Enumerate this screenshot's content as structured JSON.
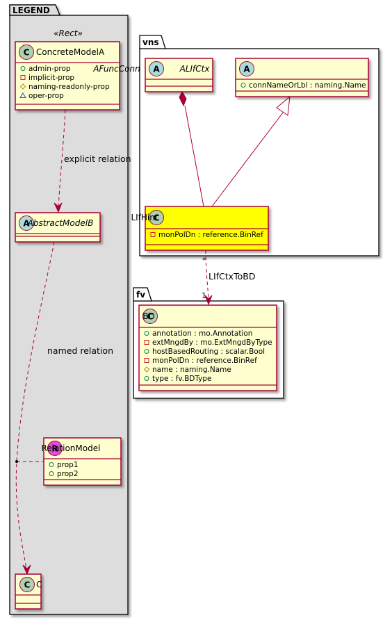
{
  "colors": {
    "class_fill": "#FEFECE",
    "class_border": "#A80036",
    "highlight_fill": "#FFFF00",
    "legend_bg": "#DDDDDD",
    "badge_concrete": "#ADD1B2",
    "badge_abstract": "#A9DCDF",
    "badge_relation": "#E04FD9"
  },
  "packages": {
    "legend": {
      "tab": "LEGEND",
      "stereotype": "«Rect»"
    },
    "vns": {
      "tab": "vns"
    },
    "fv": {
      "tab": "fv"
    }
  },
  "classes": {
    "concrete_model_a": {
      "badge": "C",
      "name": "ConcreteModelA",
      "attrs": [
        {
          "vis": "public",
          "text": "admin-prop"
        },
        {
          "vis": "private",
          "text": "implicit-prop"
        },
        {
          "vis": "protected",
          "text": "naming-readonly-prop"
        },
        {
          "vis": "package",
          "text": "oper-prop"
        }
      ]
    },
    "abstract_model_b": {
      "badge": "A",
      "name": "AbstractModelB",
      "attrs": []
    },
    "relation_model": {
      "badge": "R",
      "name": "RelationModel",
      "attrs": [
        {
          "vis": "public",
          "text": "prop1"
        },
        {
          "vis": "public",
          "text": "prop2"
        }
      ]
    },
    "c": {
      "badge": "C",
      "name": "C",
      "attrs": []
    },
    "a_func_conn": {
      "badge": "A",
      "name": "AFuncConn",
      "attrs": []
    },
    "a_lif_ctx": {
      "badge": "A",
      "name": "ALIfCtx",
      "attrs": [
        {
          "vis": "public",
          "text": "connNameOrLbl : naming.Name"
        }
      ]
    },
    "lif_hint": {
      "badge": "C",
      "name": "LIfHint",
      "attrs": [
        {
          "vis": "private",
          "text": "monPolDn : reference.BinRef"
        }
      ]
    },
    "bd": {
      "badge": "C",
      "name": "BD",
      "attrs": [
        {
          "vis": "public",
          "text": "annotation : mo.Annotation"
        },
        {
          "vis": "private",
          "text": "extMngdBy : mo.ExtMngdByType"
        },
        {
          "vis": "public",
          "text": "hostBasedRouting : scalar.Bool"
        },
        {
          "vis": "private",
          "text": "monPolDn : reference.BinRef"
        },
        {
          "vis": "protected",
          "text": "name : naming.Name"
        },
        {
          "vis": "public",
          "text": "type : fv.BDType"
        }
      ]
    }
  },
  "relations": {
    "explicit": {
      "label": "explicit relation"
    },
    "named": {
      "label": "named relation"
    },
    "lif_ctx_to_bd": {
      "label": "LIfCtxToBD",
      "src_mult": "*",
      "dst_mult": "1"
    }
  }
}
